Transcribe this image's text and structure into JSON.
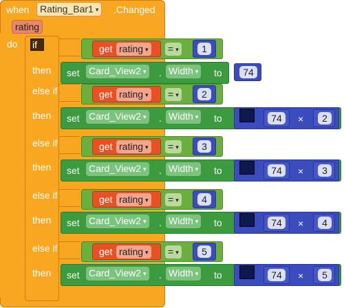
{
  "event": {
    "when_label": "when",
    "component": "Rating_Bar1",
    "event_name": ".Changed",
    "param": "rating",
    "do_label": "do"
  },
  "branches": [
    {
      "keyword": "if",
      "get": "get",
      "var": "rating",
      "op": "=",
      "compare": "1",
      "then": "then",
      "set": "set",
      "component": "Card_View2",
      "dot": ".",
      "property": "Width",
      "to": "to",
      "value": "74"
    },
    {
      "keyword": "else if",
      "get": "get",
      "var": "rating",
      "op": "=",
      "compare": "2",
      "then": "then",
      "set": "set",
      "component": "Card_View2",
      "dot": ".",
      "property": "Width",
      "to": "to",
      "left": "74",
      "times": "×",
      "right": "2"
    },
    {
      "keyword": "else if",
      "get": "get",
      "var": "rating",
      "op": "=",
      "compare": "3",
      "then": "then",
      "set": "set",
      "component": "Card_View2",
      "dot": ".",
      "property": "Width",
      "to": "to",
      "left": "74",
      "times": "×",
      "right": "3"
    },
    {
      "keyword": "else if",
      "get": "get",
      "var": "rating",
      "op": "=",
      "compare": "4",
      "then": "then",
      "set": "set",
      "component": "Card_View2",
      "dot": ".",
      "property": "Width",
      "to": "to",
      "left": "74",
      "times": "×",
      "right": "4"
    },
    {
      "keyword": "else if",
      "get": "get",
      "var": "rating",
      "op": "=",
      "compare": "5",
      "then": "then",
      "set": "set",
      "component": "Card_View2",
      "dot": ".",
      "property": "Width",
      "to": "to",
      "left": "74",
      "times": "×",
      "right": "5"
    }
  ],
  "dropdown_arrow": "▾",
  "colors": {
    "event": "#f9a620",
    "control": "#f9a620",
    "setter": "#3c9b3f",
    "getter": "#e85124",
    "compare": "#6bb03e",
    "math": "#3b4dbc",
    "mutator": "#0d1a50"
  }
}
